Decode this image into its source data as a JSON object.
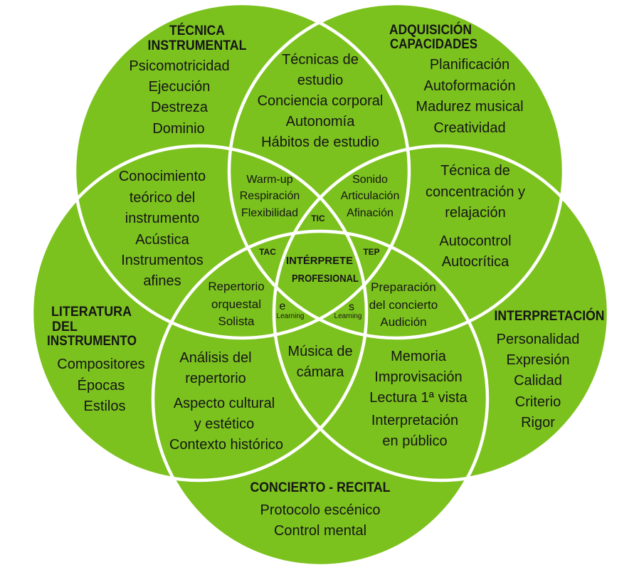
{
  "colors": {
    "background": "#ffffff",
    "circle_fill": "#7cc21e",
    "circle_outline": "#ffffff",
    "text": "#151515"
  },
  "circles": {
    "tecnica_instrumental": {
      "title": [
        "TÉCNICA",
        "INSTRUMENTAL"
      ],
      "items": [
        "Psicomotricidad",
        "Ejecución",
        "Destreza",
        "Dominio"
      ]
    },
    "adquisicion_capacidades": {
      "title": [
        "ADQUISICIÓN",
        "CAPACIDADES"
      ],
      "items": [
        "Planificación",
        "Autoformación",
        "Madurez musical",
        "Creatividad"
      ]
    },
    "literatura_instrumento": {
      "title": [
        "LITERATURA",
        "DEL",
        "INSTRUMENTO"
      ],
      "items": [
        "Compositores",
        "Épocas",
        "Estilos"
      ]
    },
    "interpretacion": {
      "title": [
        "INTERPRETACIÓN"
      ],
      "items": [
        "Personalidad",
        "Expresión",
        "Calidad",
        "Criterio",
        "Rigor"
      ]
    },
    "concierto_recital": {
      "title": [
        "CONCIERTO - RECITAL"
      ],
      "items": [
        "Protocolo escénico",
        "Control mental"
      ]
    }
  },
  "intersections": {
    "tecnica_adquisicion": [
      "Técnicas de",
      "estudio",
      "Conciencia corporal",
      "Autonomía",
      "Hábitos de estudio"
    ],
    "tecnica_literatura": [
      "Conocimiento",
      "teórico del",
      "instrumento",
      "Acústica",
      "Instrumentos",
      "afines"
    ],
    "adquisicion_interpretacion": [
      "Técnica de",
      "concentración y",
      "relajación",
      "Autocontrol",
      "Autocrítica"
    ],
    "literatura_concierto": [
      "Análisis del",
      "repertorio",
      "Aspecto cultural",
      "y estético",
      "Contexto histórico"
    ],
    "interpretacion_concierto": [
      "Memoria",
      "Improvisación",
      "Lectura 1ª vista",
      "Interpretación",
      "en público"
    ],
    "tecnica_adquisicion_literatura": [
      "Warm-up",
      "Respiración",
      "Flexibilidad"
    ],
    "tecnica_adquisicion_interpretacion": [
      "Sonido",
      "Articulación",
      "Afinación"
    ],
    "tecnica_literatura_concierto": [
      "Repertorio",
      "orquestal",
      "Solista"
    ],
    "adquisicion_interpretacion_concierto": [
      "Preparación",
      "del concierto",
      "Audición"
    ],
    "literatura_interpretacion_concierto": [
      "Música de",
      "cámara"
    ]
  },
  "center": {
    "title": [
      "INTÉRPRETE",
      "PROFESIONAL"
    ],
    "tags": {
      "tic": "TIC",
      "tac": "TAC",
      "tep": "TEP"
    },
    "e_learning": {
      "prefix": "e",
      "word": "Learning"
    },
    "s_learning": {
      "prefix": "s",
      "word": "Learning"
    }
  }
}
